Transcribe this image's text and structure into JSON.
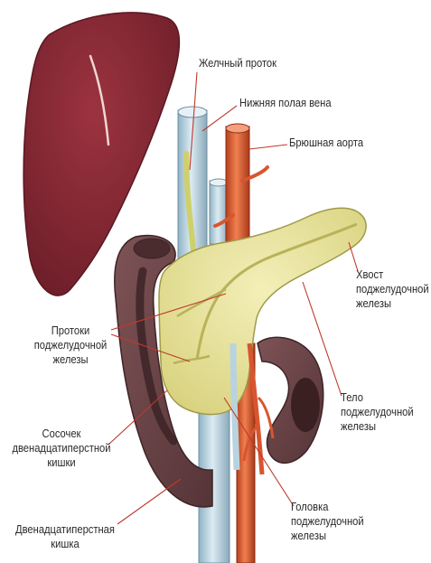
{
  "labels": {
    "bile_duct": [
      "Желчный проток"
    ],
    "vena_cava": [
      "Нижняя полая вена"
    ],
    "aorta": [
      "Брюшная аорта"
    ],
    "tail": [
      "Хвост",
      "поджелудочной",
      "железы"
    ],
    "ducts": [
      "Протоки",
      "поджелудочной",
      "железы"
    ],
    "body": [
      "Тело",
      "поджелудочной",
      "железы"
    ],
    "papilla": [
      "Сосочек",
      "двенадцатиперстной",
      "кишки"
    ],
    "duodenum": [
      "Двенадцатиперстная",
      "кишка"
    ],
    "head": [
      "Головка",
      "поджелудочной",
      "железы"
    ]
  },
  "colors": {
    "liver": "#8b2a35",
    "pancreas": "#e8e39a",
    "duodenum": "#6b4548",
    "vein": "#b9d3de",
    "aorta": "#d9552f",
    "label_line": "#c0392b"
  }
}
